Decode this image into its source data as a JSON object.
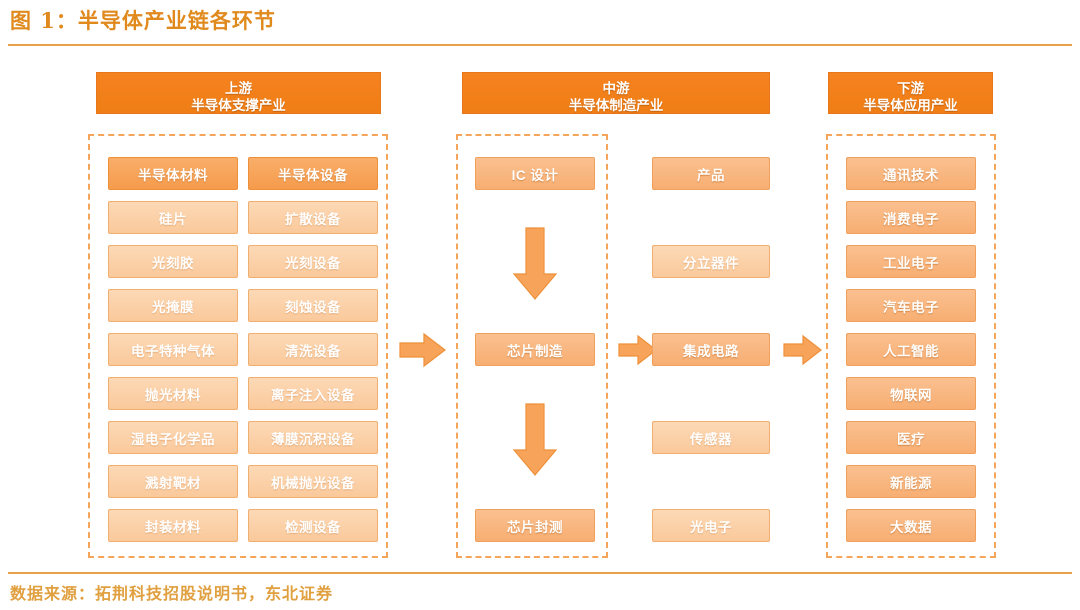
{
  "figure": {
    "title": "图 1：半导体产业链各环节",
    "source": "数据来源：拓荆科技招股说明书，东北证券"
  },
  "colors": {
    "accent": "#F58220",
    "title_text": "#E08A1E",
    "rule": "#E8A14A",
    "node_strong": "#F59B4C",
    "node_light": "#FAC99B",
    "dashed_border": "#F5A55A"
  },
  "sections": [
    {
      "id": "upstream",
      "banner_line1": "上游",
      "banner_line2": "半导体支撑产业",
      "columns": [
        {
          "id": "materials",
          "head": "半导体材料",
          "items": [
            "硅片",
            "光刻胶",
            "光掩膜",
            "电子特种气体",
            "抛光材料",
            "湿电子化学品",
            "溅射靶材",
            "封装材料"
          ]
        },
        {
          "id": "equipment",
          "head": "半导体设备",
          "items": [
            "扩散设备",
            "光刻设备",
            "刻蚀设备",
            "清洗设备",
            "离子注入设备",
            "薄膜沉积设备",
            "机械抛光设备",
            "检测设备"
          ]
        }
      ]
    },
    {
      "id": "midstream",
      "banner_line1": "中游",
      "banner_line2": "半导体制造产业",
      "process": [
        "IC 设计",
        "芯片制造",
        "芯片封测"
      ],
      "products_head": "产品",
      "products": [
        "分立器件",
        "集成电路",
        "传感器",
        "光电子"
      ]
    },
    {
      "id": "downstream",
      "banner_line1": "下游",
      "banner_line2": "半导体应用产业",
      "items": [
        "通讯技术",
        "消费电子",
        "工业电子",
        "汽车电子",
        "人工智能",
        "物联网",
        "医疗",
        "新能源",
        "大数据"
      ]
    }
  ],
  "arrows": {
    "up_to_mid": "arrow-right-icon",
    "mid_to_product": "arrow-right-icon",
    "product_to_down": "arrow-right-icon",
    "design_to_fab": "arrow-down-icon",
    "fab_to_test": "arrow-down-icon"
  }
}
